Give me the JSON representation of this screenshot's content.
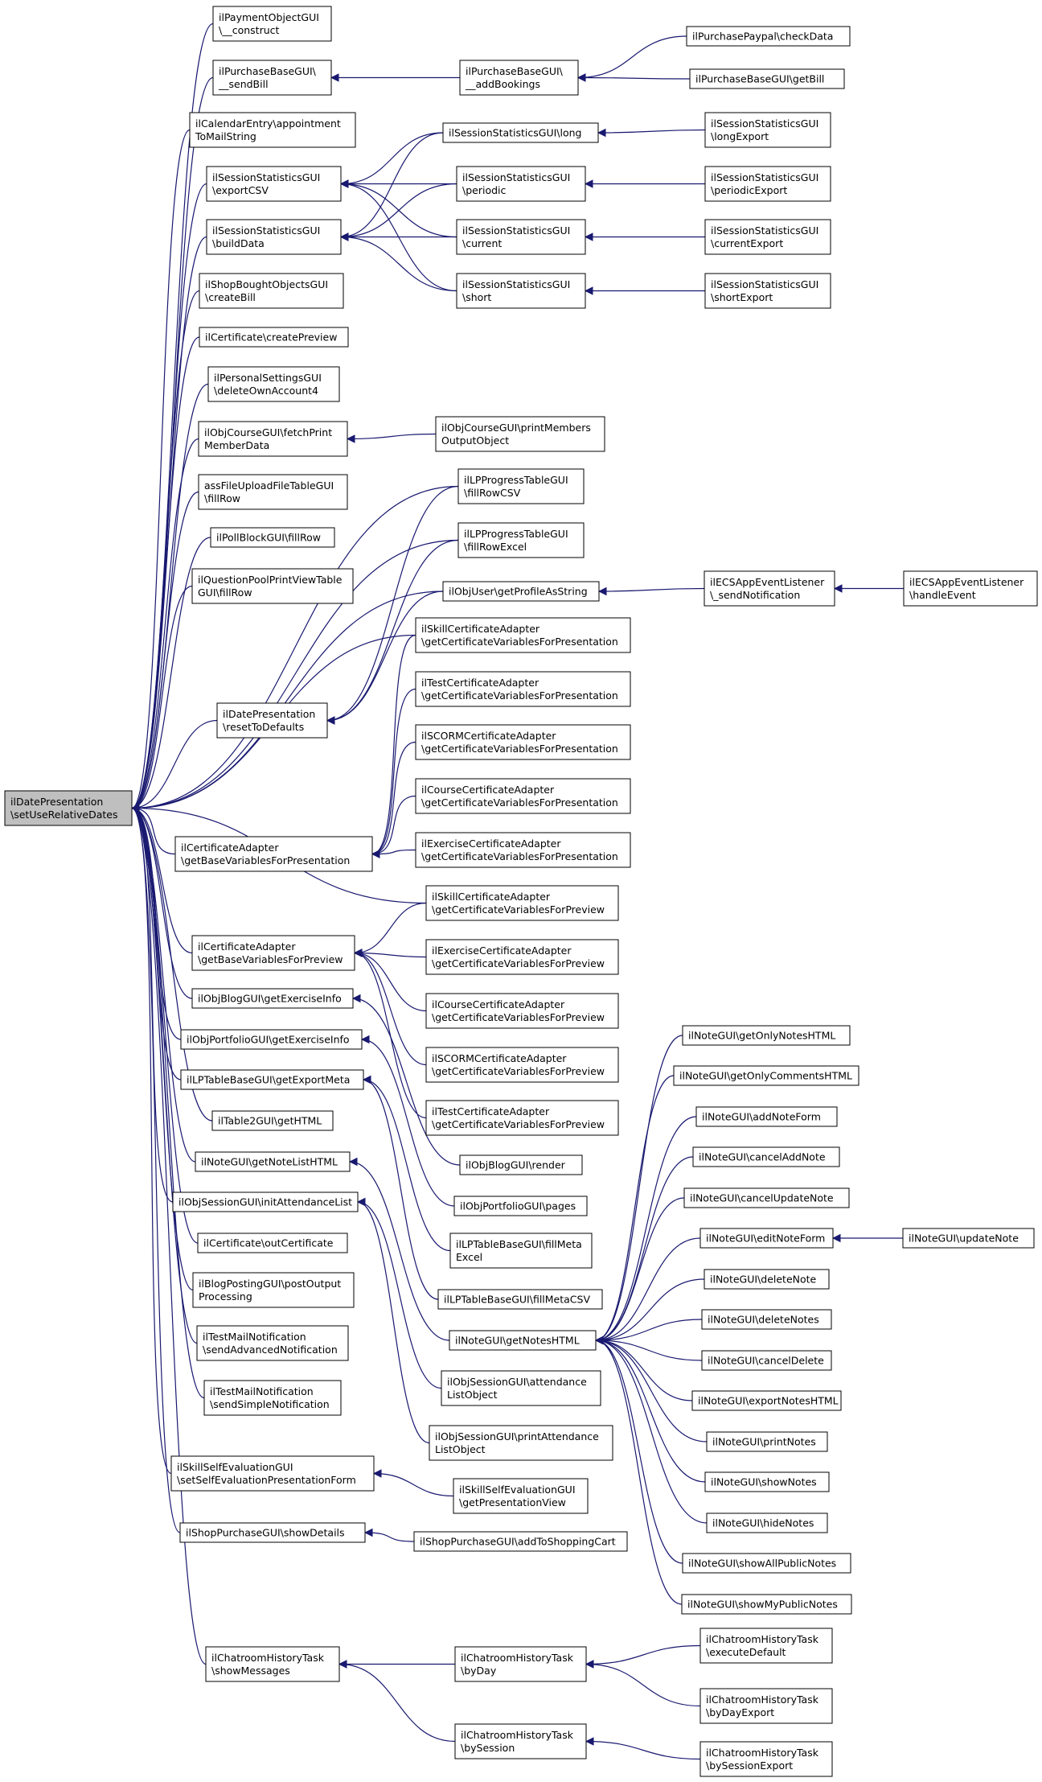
{
  "colors": {
    "edge": "#191970",
    "root_fill": "#bfbfbf",
    "node_fill": "#ffffff",
    "node_stroke": "#000000"
  },
  "nodes": [
    {
      "id": "root",
      "label": [
        "ilDatePresentation",
        "\\setUseRelativeDates"
      ],
      "root": true
    },
    {
      "id": "n1",
      "label": [
        "ilPaymentObjectGUI",
        "\\__construct"
      ]
    },
    {
      "id": "n2",
      "label": [
        "ilPurchaseBaseGUI\\",
        "__sendBill"
      ]
    },
    {
      "id": "n2a",
      "label": [
        "ilPurchaseBaseGUI\\",
        "__addBookings"
      ]
    },
    {
      "id": "n2a1",
      "label": [
        "ilPurchasePaypal\\checkData"
      ]
    },
    {
      "id": "n2a2",
      "label": [
        "ilPurchaseBaseGUI\\getBill"
      ]
    },
    {
      "id": "n3",
      "label": [
        "ilCalendarEntry\\appointment",
        "ToMailString"
      ]
    },
    {
      "id": "n4",
      "label": [
        "ilSessionStatisticsGUI",
        "\\exportCSV"
      ]
    },
    {
      "id": "n5",
      "label": [
        "ilSessionStatisticsGUI",
        "\\buildData"
      ]
    },
    {
      "id": "s1",
      "label": [
        "ilSessionStatisticsGUI\\long"
      ]
    },
    {
      "id": "s2",
      "label": [
        "ilSessionStatisticsGUI",
        "\\periodic"
      ]
    },
    {
      "id": "s3",
      "label": [
        "ilSessionStatisticsGUI",
        "\\current"
      ]
    },
    {
      "id": "s4",
      "label": [
        "ilSessionStatisticsGUI",
        "\\short"
      ]
    },
    {
      "id": "s1e",
      "label": [
        "ilSessionStatisticsGUI",
        "\\longExport"
      ]
    },
    {
      "id": "s2e",
      "label": [
        "ilSessionStatisticsGUI",
        "\\periodicExport"
      ]
    },
    {
      "id": "s3e",
      "label": [
        "ilSessionStatisticsGUI",
        "\\currentExport"
      ]
    },
    {
      "id": "s4e",
      "label": [
        "ilSessionStatisticsGUI",
        "\\shortExport"
      ]
    },
    {
      "id": "n6",
      "label": [
        "ilShopBoughtObjectsGUI",
        "\\createBill"
      ]
    },
    {
      "id": "n7",
      "label": [
        "ilCertificate\\createPreview"
      ]
    },
    {
      "id": "n8",
      "label": [
        "ilPersonalSettingsGUI",
        "\\deleteOwnAccount4"
      ]
    },
    {
      "id": "n9",
      "label": [
        "ilObjCourseGUI\\fetchPrint",
        "MemberData"
      ]
    },
    {
      "id": "n9a",
      "label": [
        "ilObjCourseGUI\\printMembers",
        "OutputObject"
      ]
    },
    {
      "id": "n10",
      "label": [
        "assFileUploadFileTableGUI",
        "\\fillRow"
      ]
    },
    {
      "id": "n11",
      "label": [
        "ilPollBlockGUI\\fillRow"
      ]
    },
    {
      "id": "n12",
      "label": [
        "ilQuestionPoolPrintViewTable",
        "GUI\\fillRow"
      ]
    },
    {
      "id": "lp1",
      "label": [
        "ilLPProgressTableGUI",
        "\\fillRowCSV"
      ]
    },
    {
      "id": "lp2",
      "label": [
        "ilLPProgressTableGUI",
        "\\fillRowExcel"
      ]
    },
    {
      "id": "ou",
      "label": [
        "ilObjUser\\getProfileAsString"
      ]
    },
    {
      "id": "ecs1",
      "label": [
        "ilECSAppEventListener",
        "\\_sendNotification"
      ]
    },
    {
      "id": "ecs2",
      "label": [
        "ilECSAppEventListener",
        "\\handleEvent"
      ]
    },
    {
      "id": "n13",
      "label": [
        "ilDatePresentation",
        "\\resetToDefaults"
      ]
    },
    {
      "id": "c1",
      "label": [
        "ilSkillCertificateAdapter",
        "\\getCertificateVariablesForPresentation"
      ]
    },
    {
      "id": "c2",
      "label": [
        "ilTestCertificateAdapter",
        "\\getCertificateVariablesForPresentation"
      ]
    },
    {
      "id": "c3",
      "label": [
        "ilSCORMCertificateAdapter",
        "\\getCertificateVariablesForPresentation"
      ]
    },
    {
      "id": "c4",
      "label": [
        "ilCourseCertificateAdapter",
        "\\getCertificateVariablesForPresentation"
      ]
    },
    {
      "id": "c5",
      "label": [
        "ilExerciseCertificateAdapter",
        "\\getCertificateVariablesForPresentation"
      ]
    },
    {
      "id": "n14",
      "label": [
        "ilCertificateAdapter",
        "\\getBaseVariablesForPresentation"
      ]
    },
    {
      "id": "p1",
      "label": [
        "ilSkillCertificateAdapter",
        "\\getCertificateVariablesForPreview"
      ]
    },
    {
      "id": "p2",
      "label": [
        "ilExerciseCertificateAdapter",
        "\\getCertificateVariablesForPreview"
      ]
    },
    {
      "id": "p3",
      "label": [
        "ilCourseCertificateAdapter",
        "\\getCertificateVariablesForPreview"
      ]
    },
    {
      "id": "p4",
      "label": [
        "ilSCORMCertificateAdapter",
        "\\getCertificateVariablesForPreview"
      ]
    },
    {
      "id": "p5",
      "label": [
        "ilTestCertificateAdapter",
        "\\getCertificateVariablesForPreview"
      ]
    },
    {
      "id": "n15",
      "label": [
        "ilCertificateAdapter",
        "\\getBaseVariablesForPreview"
      ]
    },
    {
      "id": "n16",
      "label": [
        "ilObjBlogGUI\\getExerciseInfo"
      ]
    },
    {
      "id": "n17",
      "label": [
        "ilObjPortfolioGUI\\getExerciseInfo"
      ]
    },
    {
      "id": "n18",
      "label": [
        "ilLPTableBaseGUI\\getExportMeta"
      ]
    },
    {
      "id": "n19",
      "label": [
        "ilTable2GUI\\getHTML"
      ]
    },
    {
      "id": "n20",
      "label": [
        "ilNoteGUI\\getNoteListHTML"
      ]
    },
    {
      "id": "n21",
      "label": [
        "ilObjSessionGUI\\initAttendanceList"
      ]
    },
    {
      "id": "n22",
      "label": [
        "ilCertificate\\outCertificate"
      ]
    },
    {
      "id": "n23",
      "label": [
        "ilBlogPostingGUI\\postOutput",
        "Processing"
      ]
    },
    {
      "id": "n24",
      "label": [
        "ilTestMailNotification",
        "\\sendAdvancedNotification"
      ]
    },
    {
      "id": "n25",
      "label": [
        "ilTestMailNotification",
        "\\sendSimpleNotification"
      ]
    },
    {
      "id": "n26",
      "label": [
        "ilSkillSelfEvaluationGUI",
        "\\setSelfEvaluationPresentationForm"
      ]
    },
    {
      "id": "n27",
      "label": [
        "ilShopPurchaseGUI\\showDetails"
      ]
    },
    {
      "id": "n28",
      "label": [
        "ilChatroomHistoryTask",
        "\\showMessages"
      ]
    },
    {
      "id": "r1",
      "label": [
        "ilObjBlogGUI\\render"
      ]
    },
    {
      "id": "r2",
      "label": [
        "ilObjPortfolioGUI\\pages"
      ]
    },
    {
      "id": "r3",
      "label": [
        "ilLPTableBaseGUI\\fillMeta",
        "Excel"
      ]
    },
    {
      "id": "r4",
      "label": [
        "ilLPTableBaseGUI\\fillMetaCSV"
      ]
    },
    {
      "id": "r5",
      "label": [
        "ilNoteGUI\\getNotesHTML"
      ]
    },
    {
      "id": "r6",
      "label": [
        "ilObjSessionGUI\\attendance",
        "ListObject"
      ]
    },
    {
      "id": "r7",
      "label": [
        "ilObjSessionGUI\\printAttendance",
        "ListObject"
      ]
    },
    {
      "id": "r8",
      "label": [
        "ilSkillSelfEvaluationGUI",
        "\\getPresentationView"
      ]
    },
    {
      "id": "r9",
      "label": [
        "ilShopPurchaseGUI\\addToShoppingCart"
      ]
    },
    {
      "id": "ng1",
      "label": [
        "ilNoteGUI\\getOnlyNotesHTML"
      ]
    },
    {
      "id": "ng2",
      "label": [
        "ilNoteGUI\\getOnlyCommentsHTML"
      ]
    },
    {
      "id": "ng3",
      "label": [
        "ilNoteGUI\\addNoteForm"
      ]
    },
    {
      "id": "ng4",
      "label": [
        "ilNoteGUI\\cancelAddNote"
      ]
    },
    {
      "id": "ng5",
      "label": [
        "ilNoteGUI\\cancelUpdateNote"
      ]
    },
    {
      "id": "ng6",
      "label": [
        "ilNoteGUI\\editNoteForm"
      ]
    },
    {
      "id": "ng6a",
      "label": [
        "ilNoteGUI\\updateNote"
      ]
    },
    {
      "id": "ng7",
      "label": [
        "ilNoteGUI\\deleteNote"
      ]
    },
    {
      "id": "ng8",
      "label": [
        "ilNoteGUI\\deleteNotes"
      ]
    },
    {
      "id": "ng9",
      "label": [
        "ilNoteGUI\\cancelDelete"
      ]
    },
    {
      "id": "ng10",
      "label": [
        "ilNoteGUI\\exportNotesHTML"
      ]
    },
    {
      "id": "ng11",
      "label": [
        "ilNoteGUI\\printNotes"
      ]
    },
    {
      "id": "ng12",
      "label": [
        "ilNoteGUI\\showNotes"
      ]
    },
    {
      "id": "ng13",
      "label": [
        "ilNoteGUI\\hideNotes"
      ]
    },
    {
      "id": "ng14",
      "label": [
        "ilNoteGUI\\showAllPublicNotes"
      ]
    },
    {
      "id": "ng15",
      "label": [
        "ilNoteGUI\\showMyPublicNotes"
      ]
    },
    {
      "id": "ch1",
      "label": [
        "ilChatroomHistoryTask",
        "\\byDay"
      ]
    },
    {
      "id": "ch2",
      "label": [
        "ilChatroomHistoryTask",
        "\\bySession"
      ]
    },
    {
      "id": "ch3",
      "label": [
        "ilChatroomHistoryTask",
        "\\executeDefault"
      ]
    },
    {
      "id": "ch4",
      "label": [
        "ilChatroomHistoryTask",
        "\\byDayExport"
      ]
    },
    {
      "id": "ch5",
      "label": [
        "ilChatroomHistoryTask",
        "\\bySessionExport"
      ]
    }
  ],
  "edges": [
    [
      "n1",
      "root"
    ],
    [
      "n2",
      "root"
    ],
    [
      "n3",
      "root"
    ],
    [
      "n4",
      "root"
    ],
    [
      "n5",
      "root"
    ],
    [
      "n6",
      "root"
    ],
    [
      "n7",
      "root"
    ],
    [
      "n8",
      "root"
    ],
    [
      "n9",
      "root"
    ],
    [
      "n10",
      "root"
    ],
    [
      "n11",
      "root"
    ],
    [
      "n12",
      "root"
    ],
    [
      "lp1",
      "root"
    ],
    [
      "lp2",
      "root"
    ],
    [
      "ou",
      "root"
    ],
    [
      "n13",
      "root"
    ],
    [
      "c1",
      "root"
    ],
    [
      "n14",
      "root"
    ],
    [
      "p1",
      "root"
    ],
    [
      "n15",
      "root"
    ],
    [
      "n16",
      "root"
    ],
    [
      "n17",
      "root"
    ],
    [
      "n18",
      "root"
    ],
    [
      "n19",
      "root"
    ],
    [
      "n20",
      "root"
    ],
    [
      "n21",
      "root"
    ],
    [
      "n22",
      "root"
    ],
    [
      "n23",
      "root"
    ],
    [
      "n24",
      "root"
    ],
    [
      "n25",
      "root"
    ],
    [
      "n26",
      "root"
    ],
    [
      "n27",
      "root"
    ],
    [
      "n28",
      "root"
    ],
    [
      "n2a",
      "n2"
    ],
    [
      "n2a1",
      "n2a"
    ],
    [
      "n2a2",
      "n2a"
    ],
    [
      "s1",
      "n4"
    ],
    [
      "s2",
      "n4"
    ],
    [
      "s3",
      "n4"
    ],
    [
      "s4",
      "n4"
    ],
    [
      "s1",
      "n5"
    ],
    [
      "s2",
      "n5"
    ],
    [
      "s3",
      "n5"
    ],
    [
      "s4",
      "n5"
    ],
    [
      "s1e",
      "s1"
    ],
    [
      "s2e",
      "s2"
    ],
    [
      "s3e",
      "s3"
    ],
    [
      "s4e",
      "s4"
    ],
    [
      "n9a",
      "n9"
    ],
    [
      "lp1",
      "n13"
    ],
    [
      "lp2",
      "n13"
    ],
    [
      "ou",
      "n13"
    ],
    [
      "ecs1",
      "ou"
    ],
    [
      "ecs2",
      "ecs1"
    ],
    [
      "c1",
      "n14"
    ],
    [
      "c2",
      "n14"
    ],
    [
      "c3",
      "n14"
    ],
    [
      "c4",
      "n14"
    ],
    [
      "c5",
      "n14"
    ],
    [
      "p2",
      "n15"
    ],
    [
      "p3",
      "n15"
    ],
    [
      "p4",
      "n15"
    ],
    [
      "p5",
      "n15"
    ],
    [
      "p1",
      "n15"
    ],
    [
      "r1",
      "n16"
    ],
    [
      "r2",
      "n17"
    ],
    [
      "r3",
      "n18"
    ],
    [
      "r4",
      "n18"
    ],
    [
      "r5",
      "n20"
    ],
    [
      "r6",
      "n21"
    ],
    [
      "r7",
      "n21"
    ],
    [
      "r8",
      "n26"
    ],
    [
      "r9",
      "n27"
    ],
    [
      "ng1",
      "r5"
    ],
    [
      "ng2",
      "r5"
    ],
    [
      "ng3",
      "r5"
    ],
    [
      "ng4",
      "r5"
    ],
    [
      "ng5",
      "r5"
    ],
    [
      "ng6",
      "r5"
    ],
    [
      "ng7",
      "r5"
    ],
    [
      "ng8",
      "r5"
    ],
    [
      "ng9",
      "r5"
    ],
    [
      "ng10",
      "r5"
    ],
    [
      "ng11",
      "r5"
    ],
    [
      "ng12",
      "r5"
    ],
    [
      "ng13",
      "r5"
    ],
    [
      "ng14",
      "r5"
    ],
    [
      "ng15",
      "r5"
    ],
    [
      "ng6a",
      "ng6"
    ],
    [
      "ch1",
      "n28"
    ],
    [
      "ch2",
      "n28"
    ],
    [
      "ch3",
      "ch1"
    ],
    [
      "ch4",
      "ch1"
    ],
    [
      "ch5",
      "ch2"
    ]
  ]
}
